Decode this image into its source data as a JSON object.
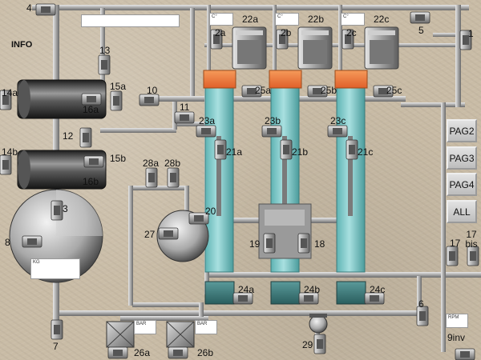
{
  "header": {
    "info_label": "INFO"
  },
  "nav_buttons": [
    {
      "id": "pag2",
      "label": "PAG2"
    },
    {
      "id": "pag3",
      "label": "PAG3"
    },
    {
      "id": "pag4",
      "label": "PAG4"
    },
    {
      "id": "all",
      "label": "ALL"
    }
  ],
  "unit_labels": {
    "temp": "C°",
    "weight": "KG",
    "pressure": "BAR",
    "speed": "RPM"
  },
  "labels": {
    "l1": "1",
    "l2a": "2a",
    "l2b": "2b",
    "l2c": "2c",
    "l3": "3",
    "l4": "4",
    "l5": "5",
    "l6": "6",
    "l7": "7",
    "l8": "8",
    "l9inv": "9inv",
    "l10": "10",
    "l11": "11",
    "l12": "12",
    "l13": "13",
    "l14a": "14a",
    "l14b": "14b",
    "l15a": "15a",
    "l15b": "15b",
    "l16a": "16a",
    "l16b": "16b",
    "l17": "17",
    "l17bis": "17 bis",
    "l18": "18",
    "l19": "19",
    "l20": "20",
    "l21a": "21a",
    "l21b": "21b",
    "l21c": "21c",
    "l22a": "22a",
    "l22b": "22b",
    "l22c": "22c",
    "l23a": "23a",
    "l23b": "23b",
    "l23c": "23c",
    "l24a": "24a",
    "l24b": "24b",
    "l24c": "24c",
    "l25a": "25a",
    "l25b": "25b",
    "l25c": "25c",
    "l26a": "26a",
    "l26b": "26b",
    "l27": "27",
    "l28a": "28a",
    "l28b": "28b",
    "l29": "29"
  },
  "colors": {
    "pipe": "#a9a9a9",
    "pipe_dark": "#6f6f6f",
    "tank_teal": "#7cc4c4",
    "heater_orange": "#f07a3a",
    "hopper_teal": "#3d7575",
    "tank_dark": "#3a3a3a"
  }
}
